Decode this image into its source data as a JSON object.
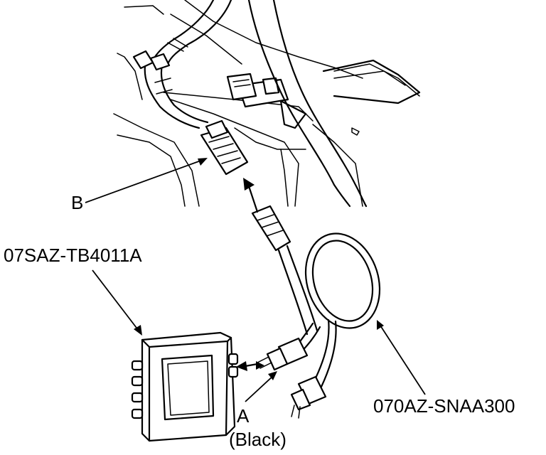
{
  "labels": {
    "b": "B",
    "box_part": "07SAZ-TB4011A",
    "a": "A",
    "a_note": "(Black)",
    "harness_part": "070AZ-SNAA300"
  }
}
